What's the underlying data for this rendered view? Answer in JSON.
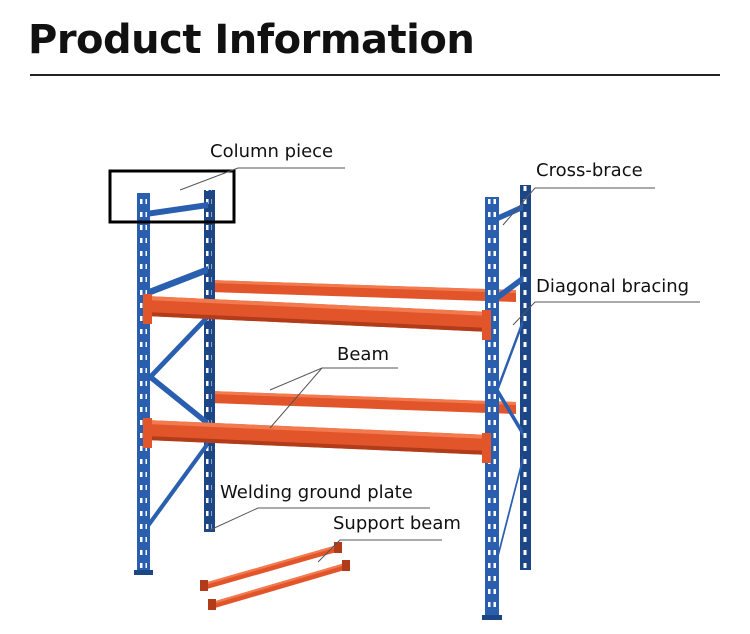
{
  "header": {
    "title": "Product Information"
  },
  "diagram": {
    "labels": {
      "column_piece": "Column piece",
      "cross_brace": "Cross-brace",
      "diagonal_bracing": "Diagonal bracing",
      "beam": "Beam",
      "welding_ground_plate": "Welding ground plate",
      "support_beam": "Support beam"
    },
    "colors": {
      "upright": "#2a5fb0",
      "upright_dark": "#1d4686",
      "beam": "#e2552b",
      "beam_light": "#f27a4e",
      "beam_dark": "#b23c1a",
      "leader_line": "#555555"
    }
  }
}
